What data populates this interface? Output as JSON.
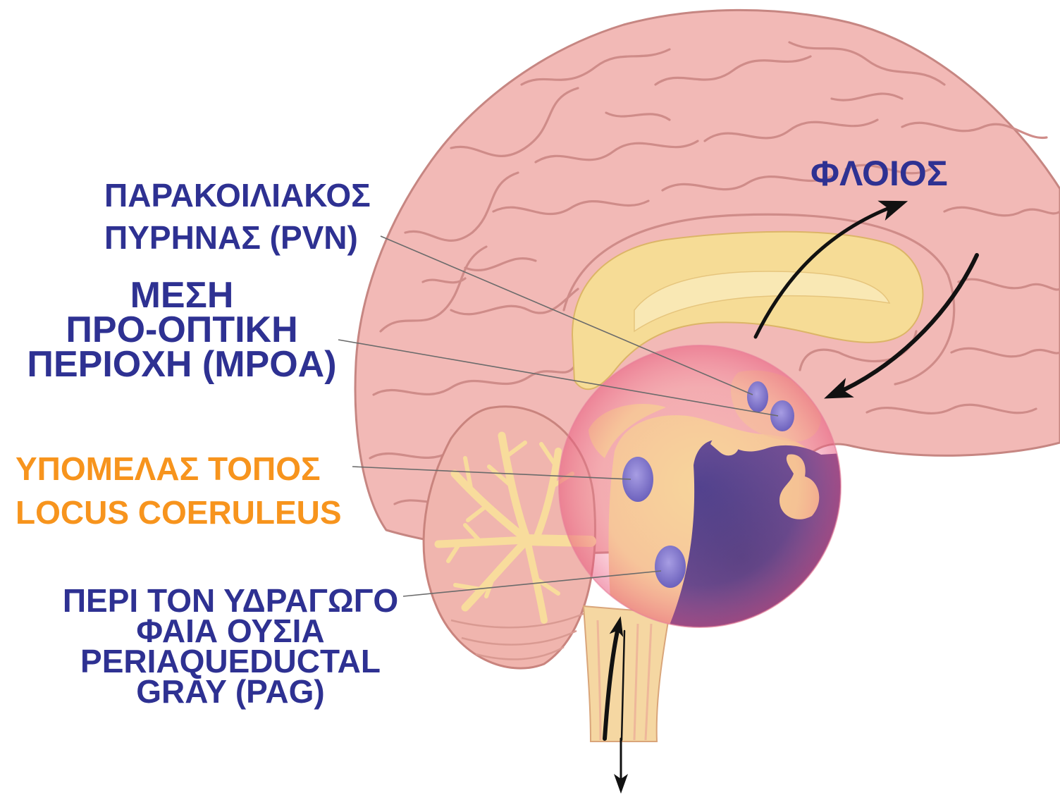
{
  "diagram": {
    "labels": {
      "cortex": "ΦΛΟΙΟΣ",
      "pvn": [
        "ΠΑΡΑΚΟΙΛΙΑΚΟΣ",
        "ΠΥΡΗΝΑΣ (PVN)"
      ],
      "mpoa": [
        "ΜΕΣΗ",
        "ΠΡΟ-ΟΠΤΙΚΗ",
        "ΠΕΡΙΟΧΗ (MPOA)"
      ],
      "locus_coeruleus": [
        "ΥΠΟΜΕΛΑΣ ΤΟΠΟΣ",
        "LOCUS COERULEUS"
      ],
      "pag": [
        "ΠΕΡΙ ΤΟΝ ΥΔΡΑΓΩΓΟ",
        "ΦΑΙΑ ΟΥΣΙΑ",
        "PERIAQUEDUCTAL",
        "GRAY (PAG)"
      ]
    },
    "colors": {
      "label_blue": "#2e3192",
      "label_orange": "#f7941d",
      "arrow": "#111111"
    }
  }
}
